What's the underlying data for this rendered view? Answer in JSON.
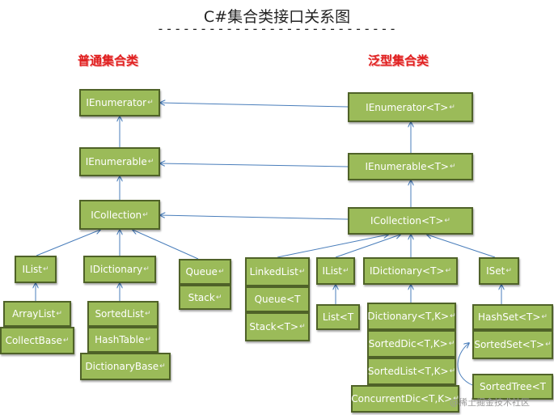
{
  "header": {
    "title": "C#集合类接口关系图",
    "underline": "----------------------------"
  },
  "sections": {
    "nongeneric": "普通集合类",
    "generic": "泛型集合类"
  },
  "nodes": {
    "ienumerator": "IEnumerator",
    "ienumerable": "IEnumerable",
    "icollection": "ICollection",
    "ilist": "IList",
    "idictionary": "IDictionary",
    "queue": "Queue",
    "stack": "Stack",
    "arraylist": "ArrayList",
    "collectbase": "CollectBase",
    "sortedlist": "SortedList",
    "hashtable": "HashTable",
    "dictionarybase": "DictionaryBase",
    "g_ienumerator": "IEnumerator<T>",
    "g_ienumerable": "IEnumerable<T>",
    "g_icollection": "ICollection<T>",
    "g_linkedlist": "LinkedList",
    "g_queue": "Queue<T",
    "g_stack": "Stack<T>",
    "g_ilist": "IList",
    "g_list": "List<T",
    "g_idictionary": "IDictionary<T>",
    "g_dictionary": "Dictionary<T,K>",
    "g_sorteddic": "SortedDic<T,K>",
    "g_sortedlist": "SortedList<T,K>",
    "g_concurrentdic": "ConcurrentDic<T,K>",
    "g_iset": "ISet",
    "g_hashset": "HashSet<T>",
    "g_sortedset": "SortedSet<T>",
    "g_sortedtree": "SortedTree<T"
  },
  "paragraph_mark": "↵",
  "watermark": "@稀土掘金技术社区",
  "colors": {
    "node_fill": "#9bbb59",
    "node_border": "#4f6228",
    "arrow": "#4a7ebb",
    "section_title": "#e02020"
  }
}
